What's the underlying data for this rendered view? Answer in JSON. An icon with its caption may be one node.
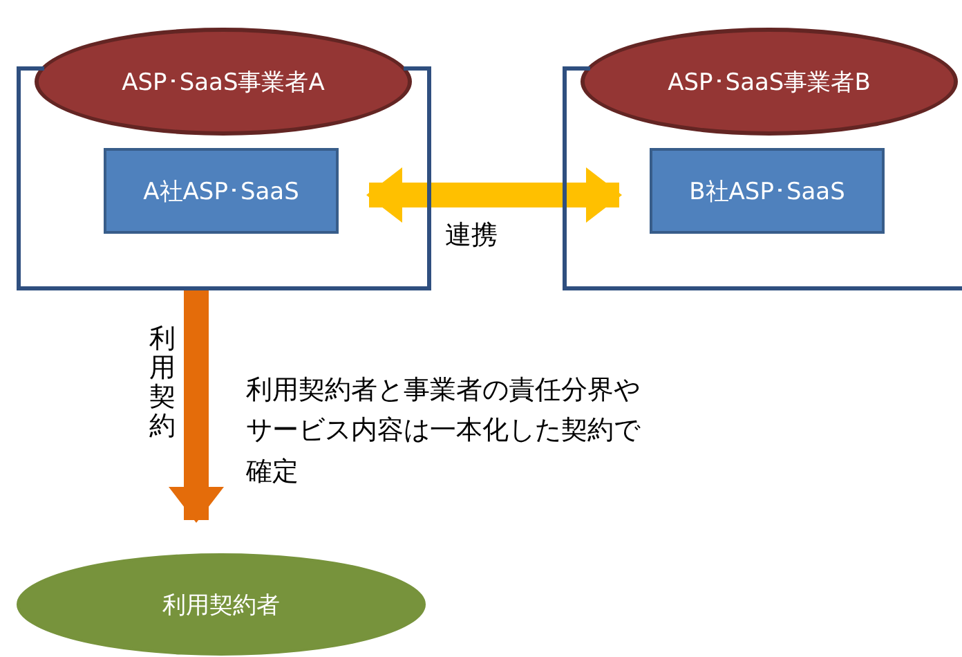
{
  "diagram": {
    "nodes": [
      {
        "text": [],
        "shape": "box"
      },
      {
        "text": [
          "ASP･SaaS事業者A"
        ]
      },
      {
        "text": [
          "A社ASP･SaaS"
        ],
        "in": 0
      },
      {
        "text": [],
        "shape": "box"
      },
      {
        "text": [
          "ASP･SaaS事業者B"
        ]
      },
      {
        "text": [
          "B社ASP･SaaS"
        ],
        "in": 3
      },
      {
        "text": [
          "利用契約者"
        ]
      }
    ],
    "edges": [
      {
        "from": 2,
        "to": 5,
        "arrow": "both",
        "label": "連携",
        "color": "#ffc000"
      },
      {
        "from": 0,
        "to": 6,
        "arrow": "to",
        "label": "利用契約",
        "color": "#e46c0a"
      }
    ],
    "labels": [
      "利用契約者と事業者の責任分界やサービス内容は一本化した契約で確定"
    ]
  }
}
